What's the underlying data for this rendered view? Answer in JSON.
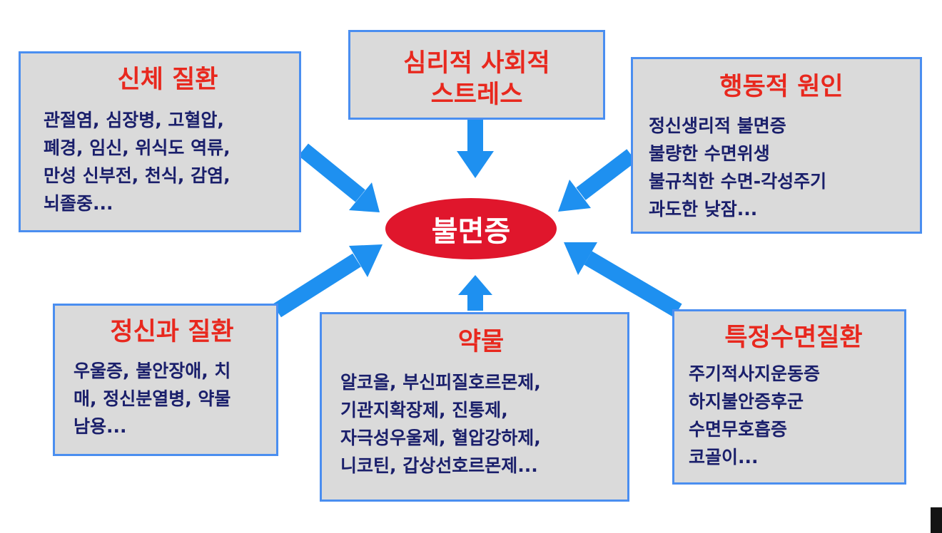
{
  "center": {
    "label": "불면증"
  },
  "boxes": {
    "physical": {
      "title": "신체 질환",
      "body": "관절염, 심장병, 고혈압,\n폐경, 임신, 위식도 역류,\n만성 신부전, 천식, 감염,\n뇌졸중..."
    },
    "stress": {
      "title": "심리적 사회적\n스트레스"
    },
    "behavioral": {
      "title": "행동적 원인",
      "body": "정신생리적 불면증\n불량한 수면위생\n불규칙한 수면-각성주기\n과도한 낮잠..."
    },
    "psychiatric": {
      "title": "정신과 질환",
      "body": "우울증, 불안장애, 치\n매, 정신분열병, 약물\n남용..."
    },
    "drugs": {
      "title": "약물",
      "body": "알코올, 부신피질호르몬제,\n기관지확장제, 진통제,\n자극성우울제, 혈압강하제,\n니코틴, 갑상선호르몬제..."
    },
    "sleep_disorders": {
      "title": "특정수면질환",
      "body": "주기적사지운동증\n하지불안증후군\n수면무호흡증\n코골이..."
    }
  },
  "colors": {
    "arrow": "#1e90f0",
    "box_fill": "#dadada",
    "box_border": "#4a8ef0",
    "title_text": "#e8281e",
    "body_text": "#1a1f6b",
    "center_fill": "#e0162c",
    "center_text": "#ffffff"
  }
}
